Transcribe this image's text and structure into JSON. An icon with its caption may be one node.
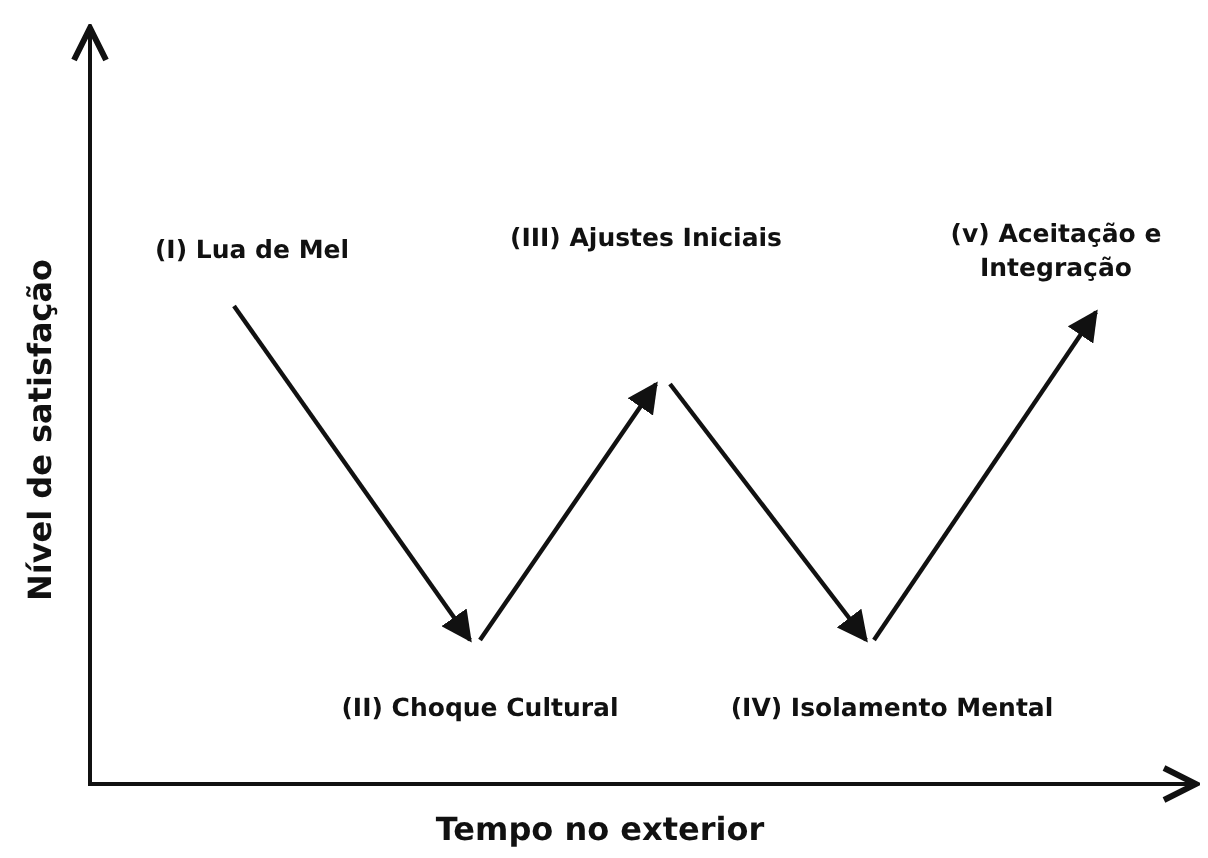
{
  "diagram": {
    "nodes": [
      {
        "text": [
          "(I) Lua de Mel"
        ]
      },
      {
        "text": [
          "(II) Choque Cultural"
        ]
      },
      {
        "text": [
          "(III) Ajustes Iniciais"
        ]
      },
      {
        "text": [
          "(IV) Isolamento Mental"
        ]
      },
      {
        "text": [
          "(v) Aceitação e Integração"
        ]
      }
    ],
    "edges": [
      {
        "from": 0,
        "to": 1,
        "arrow": "to"
      },
      {
        "from": 1,
        "to": 2,
        "arrow": "to"
      },
      {
        "from": 2,
        "to": 3,
        "arrow": "to"
      },
      {
        "from": 3,
        "to": 4,
        "arrow": "to"
      }
    ],
    "labels": [
      "Nível de satisfação",
      "Tempo no exterior"
    ]
  }
}
